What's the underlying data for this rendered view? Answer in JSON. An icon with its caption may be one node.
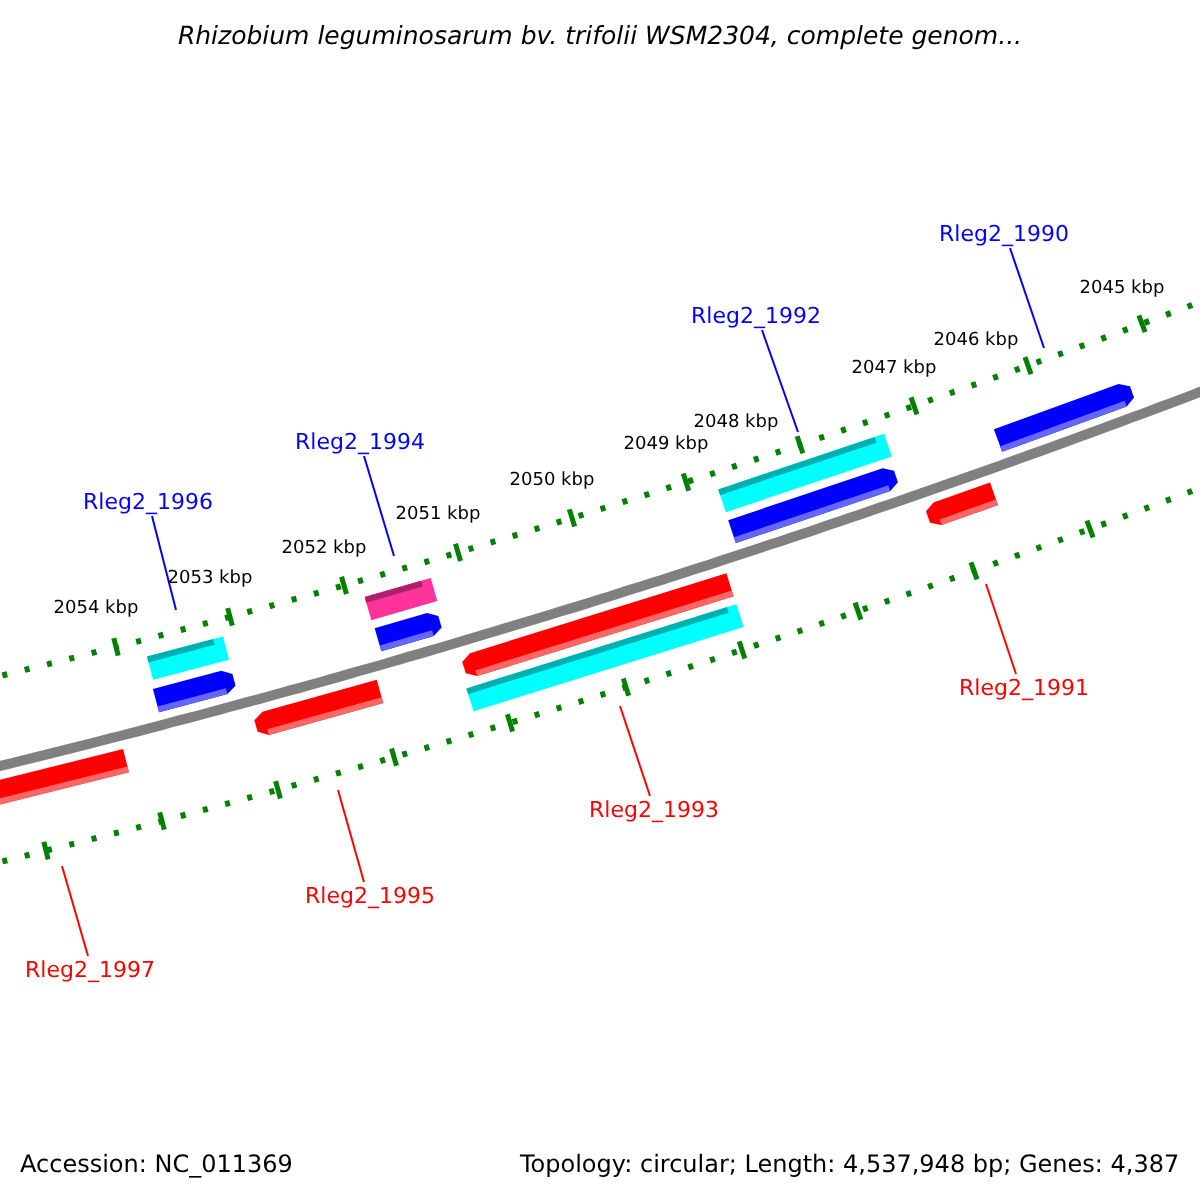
{
  "diagram": {
    "title": "Rhizobium leguminosarum bv. trifolii WSM2304, complete genom...",
    "nodes": [
      {
        "text": [
          "Rleg2_1990"
        ]
      },
      {
        "text": [
          "Rleg2_1992"
        ]
      },
      {
        "text": [
          "Rleg2_1994"
        ]
      },
      {
        "text": [
          "Rleg2_1996"
        ]
      },
      {
        "text": [
          "Rleg2_1991"
        ]
      },
      {
        "text": [
          "Rleg2_1993"
        ]
      },
      {
        "text": [
          "Rleg2_1995"
        ]
      },
      {
        "text": [
          "Rleg2_1997"
        ]
      }
    ],
    "edges": [
      {
        "from": 0,
        "to": null,
        "arrow": "none",
        "color": "#0000ff"
      },
      {
        "from": 1,
        "to": null,
        "arrow": "none",
        "color": "#0000ff"
      },
      {
        "from": 2,
        "to": null,
        "arrow": "none",
        "color": "#0000ff"
      },
      {
        "from": 3,
        "to": null,
        "arrow": "none",
        "color": "#0000ff"
      },
      {
        "from": 4,
        "to": null,
        "arrow": "none",
        "color": "#ff0000"
      },
      {
        "from": 5,
        "to": null,
        "arrow": "none",
        "color": "#ff0000"
      },
      {
        "from": 6,
        "to": null,
        "arrow": "none",
        "color": "#ff0000"
      },
      {
        "from": 7,
        "to": null,
        "arrow": "none",
        "color": "#ff0000"
      }
    ],
    "labels": [
      "2045 kbp",
      "2046 kbp",
      "2047 kbp",
      "2048 kbp",
      "2049 kbp",
      "2050 kbp",
      "2051 kbp",
      "2052 kbp",
      "2053 kbp",
      "2054 kbp",
      "Accession: NC_011369",
      "Topology: circular; Length: 4,537,948 bp; Genes: 4,387"
    ]
  }
}
